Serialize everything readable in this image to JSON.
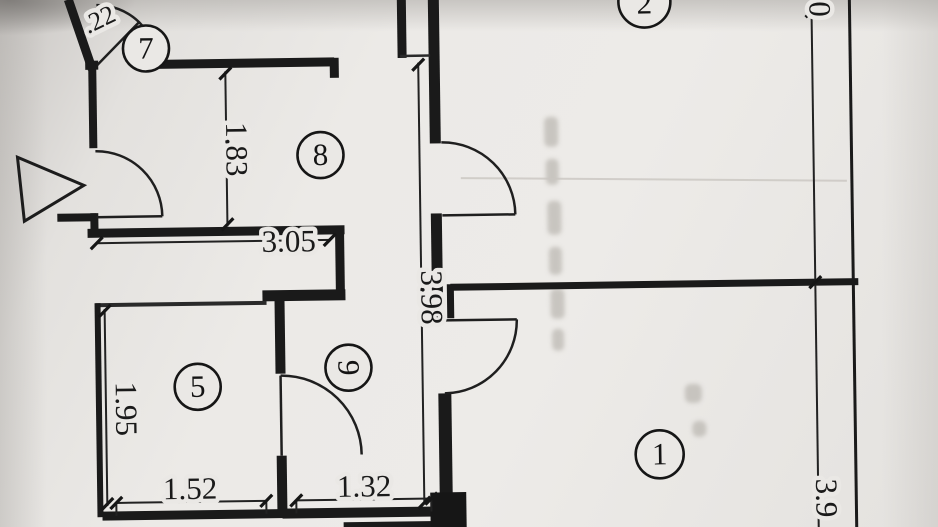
{
  "plan": {
    "room_numbers": {
      "n1": "1",
      "n2": "2",
      "n5": "5",
      "n7": "7",
      "n8": "8",
      "n9": "9"
    },
    "dimensions": {
      "v_left_upper": "1.83",
      "h_mid": "3.05",
      "v_center": "3.98",
      "v_left_lower": "1.95",
      "h_bottom_left": "1.52",
      "h_bottom_mid": "1.32",
      "v_right_bottom": "3.9",
      "v_right_top": "0",
      "diag_top_left": ".22"
    },
    "ink_color": "#1a1a1a",
    "paper_color": "#eae8e5"
  }
}
